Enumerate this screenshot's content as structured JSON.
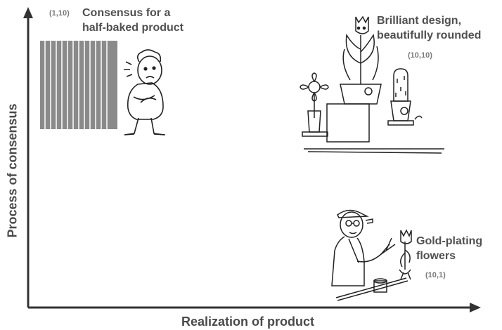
{
  "axes": {
    "x_title": "Realization of product",
    "y_title": "Process of consensus"
  },
  "quadrants": {
    "top_left": {
      "coord": "(1,10)",
      "title_line1": "Consensus for a",
      "title_line2": "half-baked product"
    },
    "top_right": {
      "coord": "(10,10)",
      "title_line1": "Brilliant design,",
      "title_line2": "beautifully rounded"
    },
    "bottom_right": {
      "coord": "(10,1)",
      "title_line1": "Gold-plating",
      "title_line2": "flowers"
    }
  },
  "colors": {
    "axis": "#333333",
    "label": "#505050",
    "coord": "#7a7a7a",
    "bars": "#8a8a8a"
  },
  "icons": {
    "top_left_illustration": "worried-man-behind-bars-illustration",
    "top_right_illustration": "flowers-on-pedestals-illustration",
    "bottom_right_illustration": "man-gilding-flower-illustration"
  }
}
